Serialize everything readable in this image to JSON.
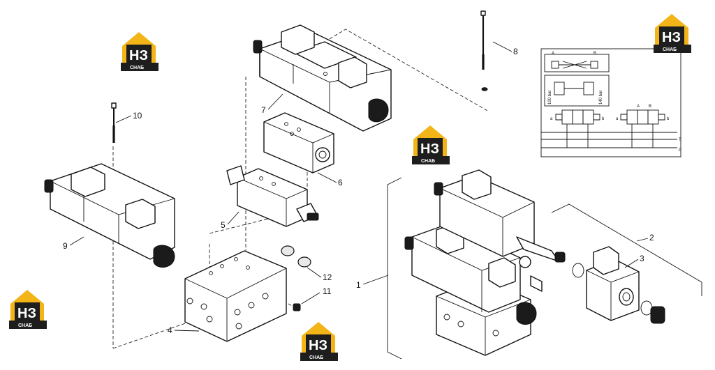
{
  "callouts": [
    {
      "id": "1",
      "label": "1"
    },
    {
      "id": "2",
      "label": "2"
    },
    {
      "id": "3",
      "label": "3"
    },
    {
      "id": "4",
      "label": "4"
    },
    {
      "id": "5",
      "label": "5"
    },
    {
      "id": "6",
      "label": "6"
    },
    {
      "id": "7",
      "label": "7"
    },
    {
      "id": "8",
      "label": "8"
    },
    {
      "id": "9",
      "label": "9"
    },
    {
      "id": "10",
      "label": "10"
    },
    {
      "id": "11",
      "label": "11"
    },
    {
      "id": "12",
      "label": "12"
    }
  ],
  "schematic": {
    "port_a_top": "A",
    "port_b_top": "B",
    "pressure_left": "100 bar",
    "pressure_right": "140 bar",
    "solenoid_a_left": "a",
    "solenoid_b_left": "b",
    "solenoid_a_right": "a",
    "solenoid_b_right": "b",
    "port_a_right": "A",
    "port_b_right": "B",
    "line_t": "T",
    "line_p": "P"
  },
  "watermark": {
    "letters": "НЗ",
    "subtitle": "СНАБ",
    "colors": {
      "roof": "#f2b417",
      "badge": "#1e1e1e",
      "text": "#ffffff"
    }
  }
}
